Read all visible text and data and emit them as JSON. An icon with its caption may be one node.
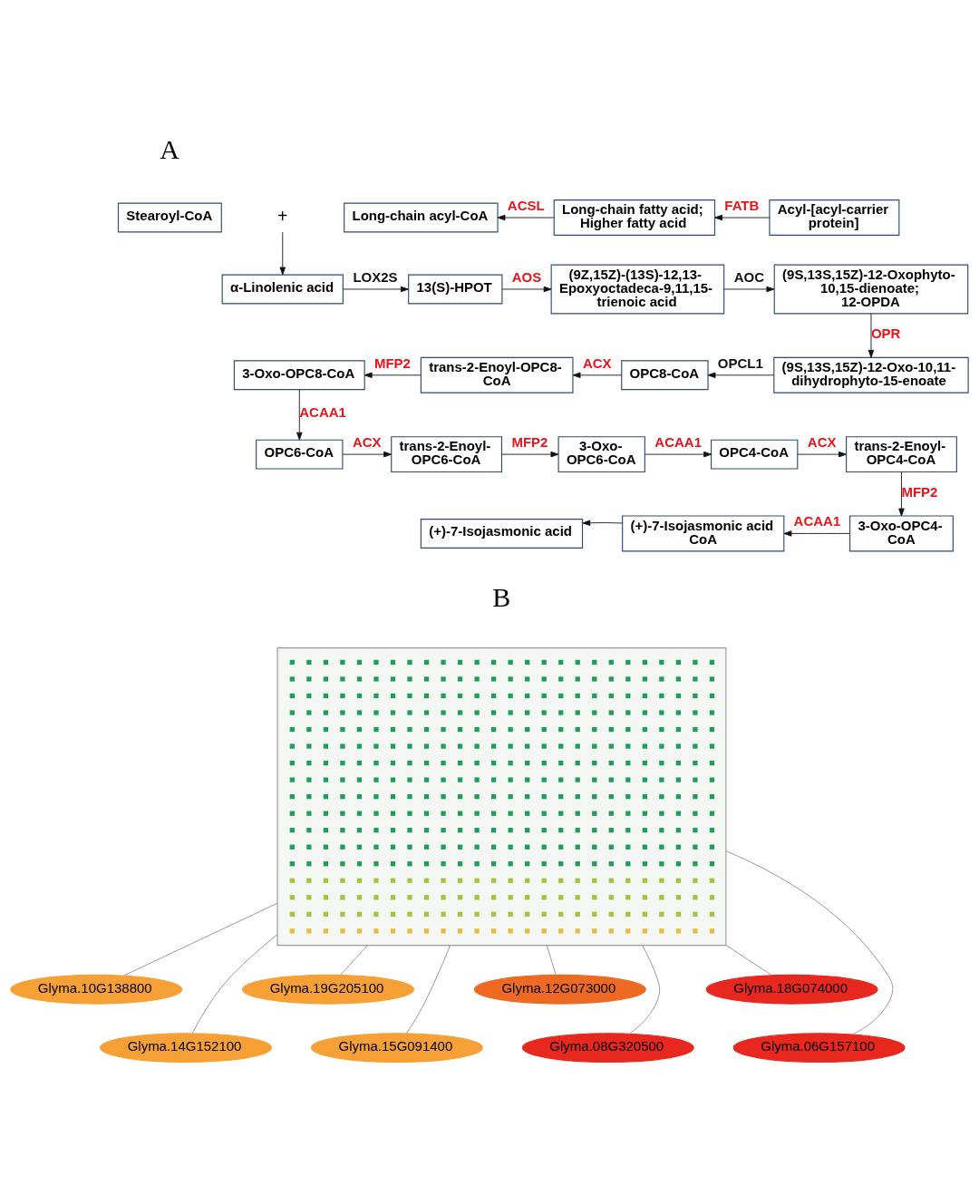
{
  "diagram": {
    "nodes": [
      {
        "text": [
          "Stearoyl-CoA"
        ]
      },
      {
        "text": [
          "+"
        ]
      },
      {
        "text": [
          "Long-chain acyl-CoA"
        ]
      },
      {
        "text": [
          "Long-chain fatty acid; Higher fatty acid"
        ]
      },
      {
        "text": [
          "Acyl-[acyl-carrier protein]"
        ]
      },
      {
        "text": [
          "α-Linolenic acid"
        ]
      },
      {
        "text": [
          "13(S)-HPOT"
        ]
      },
      {
        "text": [
          "(9Z,15Z)-(13S)-12,13- Epoxyoctadeca-9,11,15- trienoic acid"
        ]
      },
      {
        "text": [
          "(9S,13S,15Z)-12-Oxophyto- 10,15-dienoate; 12-OPDA"
        ]
      },
      {
        "text": [
          "3-Oxo-OPC8-CoA"
        ]
      },
      {
        "text": [
          "trans-2-Enoyl-OPC8- CoA"
        ]
      },
      {
        "text": [
          "OPC8-CoA"
        ]
      },
      {
        "text": [
          "(9S,13S,15Z)-12-Oxo-10,11- dihydrophyto-15-enoate"
        ]
      },
      {
        "text": [
          "OPC6-CoA"
        ]
      },
      {
        "text": [
          "trans-2-Enoyl- OPC6-CoA"
        ]
      },
      {
        "text": [
          "3-Oxo- OPC6-CoA"
        ]
      },
      {
        "text": [
          "OPC4-CoA"
        ]
      },
      {
        "text": [
          "trans-2-Enoyl- OPC4-CoA"
        ]
      },
      {
        "text": [
          "(+)-7-Isojasmonic acid"
        ]
      },
      {
        "text": [
          "(+)-7-Isojasmonic acid CoA"
        ]
      },
      {
        "text": [
          "3-Oxo-OPC4- CoA"
        ]
      },
      {
        "text": [],
        "shape": "picture"
      },
      {
        "text": [
          "Glyma.10G138800"
        ]
      },
      {
        "text": [
          "Glyma.14G152100"
        ]
      },
      {
        "text": [
          "Glyma.19G205100"
        ]
      },
      {
        "text": [
          "Glyma.15G091400"
        ]
      },
      {
        "text": [
          "Glyma.12G073000"
        ]
      },
      {
        "text": [
          "Glyma.08G320500"
        ]
      },
      {
        "text": [
          "Glyma.18G074000"
        ]
      },
      {
        "text": [
          "Glyma.06G157100"
        ]
      }
    ],
    "edges": [
      {
        "from": 3,
        "to": 2,
        "arrow": "to",
        "label": "ACSL"
      },
      {
        "from": 4,
        "to": 3,
        "arrow": "to",
        "label": "FATB"
      },
      {
        "from": 1,
        "to": 5,
        "arrow": "to"
      },
      {
        "from": 5,
        "to": 6,
        "arrow": "to",
        "label": "LOX2S"
      },
      {
        "from": 6,
        "to": 7,
        "arrow": "to",
        "label": "AOS"
      },
      {
        "from": 7,
        "to": 8,
        "arrow": "to",
        "label": "AOC"
      },
      {
        "from": 8,
        "to": 12,
        "arrow": "to",
        "label": "OPR"
      },
      {
        "from": 12,
        "to": 11,
        "arrow": "to",
        "label": "OPCL1"
      },
      {
        "from": 11,
        "to": 10,
        "arrow": "to",
        "label": "ACX"
      },
      {
        "from": 10,
        "to": 9,
        "arrow": "to",
        "label": "MFP2"
      },
      {
        "from": 9,
        "to": 13,
        "arrow": "to",
        "label": "ACAA1"
      },
      {
        "from": 13,
        "to": 14,
        "arrow": "to",
        "label": "ACX"
      },
      {
        "from": 14,
        "to": 15,
        "arrow": "to",
        "label": "MFP2"
      },
      {
        "from": 15,
        "to": 16,
        "arrow": "to",
        "label": "ACAA1"
      },
      {
        "from": 16,
        "to": 17,
        "arrow": "to",
        "label": "ACX"
      },
      {
        "from": 17,
        "to": 20,
        "arrow": "to",
        "label": "MFP2"
      },
      {
        "from": 20,
        "to": 19,
        "arrow": "to",
        "label": "ACAA1"
      },
      {
        "from": 19,
        "to": 18,
        "arrow": "to"
      },
      {
        "from": 21,
        "to": 22,
        "arrow": "none",
        "color": "#8c8c8c"
      },
      {
        "from": 21,
        "to": 23,
        "arrow": "none",
        "color": "#8c8c8c"
      },
      {
        "from": 21,
        "to": 24,
        "arrow": "none",
        "color": "#8c8c8c"
      },
      {
        "from": 21,
        "to": 25,
        "arrow": "none",
        "color": "#8c8c8c"
      },
      {
        "from": 21,
        "to": 26,
        "arrow": "none",
        "color": "#8c8c8c"
      },
      {
        "from": 21,
        "to": 27,
        "arrow": "none",
        "color": "#8c8c8c"
      },
      {
        "from": 21,
        "to": 28,
        "arrow": "none",
        "color": "#8c8c8c"
      },
      {
        "from": 21,
        "to": 29,
        "arrow": "none",
        "color": "#8c8c8c"
      }
    ],
    "labels": [
      "A",
      "B"
    ]
  }
}
